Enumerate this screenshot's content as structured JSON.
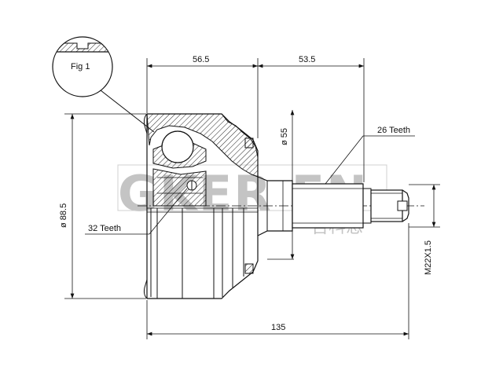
{
  "drawing": {
    "callout_label": "Fig 1",
    "dimensions": {
      "body_length": "56.5",
      "shaft_length": "53.5",
      "total_length": "135",
      "outer_diameter": "ø 88.5",
      "bell_diameter": "ø 55",
      "thread": "M22X1.5"
    },
    "annotations": {
      "outer_teeth": "26 Teeth",
      "inner_teeth": "32 Teeth"
    },
    "watermark": {
      "latin": "GKER EN",
      "chinese": "吉科恩"
    }
  }
}
